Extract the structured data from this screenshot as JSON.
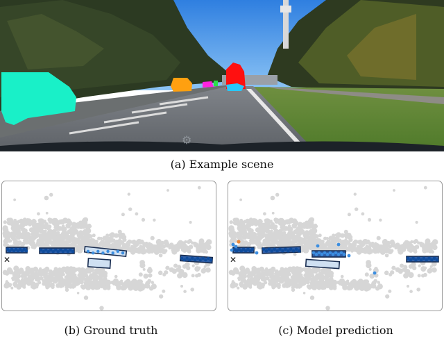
{
  "figure": {
    "captions": {
      "scene": "(a) Example scene",
      "ground_truth": "(b) Ground truth",
      "prediction": "(c) Model prediction"
    },
    "colors": {
      "road": "#6f7377",
      "lidar_points": "#d6d6d6",
      "box_fill": "#cfe0f2",
      "box_edge_dark": "#1b2f52",
      "points_dark_blue": "#0f4c9c",
      "points_light_blue": "#3c8ee0",
      "points_orange": "#e8873a",
      "mask_cyan": "#19f0c8",
      "mask_orange": "#ffa010",
      "mask_magenta": "#ff22e0",
      "mask_red": "#ff1010",
      "mask_blue": "#28c8ff",
      "mask_green": "#2ae04a"
    },
    "icons": {
      "ego_marker": "x-mark-icon"
    }
  }
}
